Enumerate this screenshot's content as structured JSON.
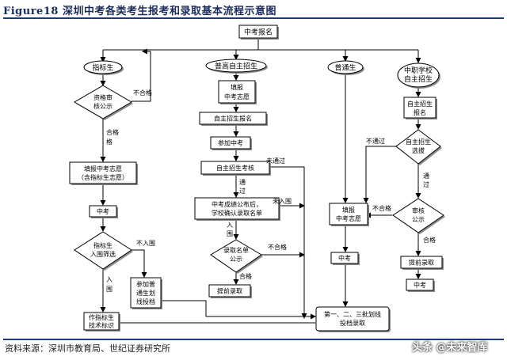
{
  "figure": {
    "title": "Figure18 深圳中考各类考生报考和录取基本流程示意图",
    "source": "资料来源：深圳市教育局、世纪证券研究所",
    "watermark": "头条 @未来智库"
  },
  "nodes": {
    "start": "中考报名",
    "zhibiao": "指标生",
    "putong_zizhao": "普高自主招生",
    "putong": "普通生",
    "zhongzhi_1": "中职学校",
    "zhongzhi_2": "自主招生",
    "zige_1": "资格审",
    "zige_2": "核公示",
    "tianbao_zk_1": "填报",
    "tianbao_zk_2": "中考志愿",
    "zizhu_bm": "自主招生报名",
    "canjia_zk": "参加中考",
    "tianbao_zbs_1": "填报中考志愿",
    "tianbao_zbs_2": "（含指标生志愿）",
    "zk_left": "中考",
    "zizhu_kh": "自主招生考核",
    "zk_chengji_1": "中考成绩公布后，",
    "zk_chengji_2": "学校确认录取名单",
    "zbs_rw_1": "指标生",
    "zbs_rw_2": "入围筛选",
    "luqu_gs_1": "录取名单",
    "luqu_gs_2": "公示",
    "canjia_pt_1": "参加普",
    "canjia_pt_2": "通生划",
    "canjia_pt_3": "线投档",
    "tiqian_mid": "提前录取",
    "zuo_zbs_1": "作指标生",
    "zuo_zbs_2": "技术标识",
    "tianbao_put_1": "填报",
    "tianbao_put_2": "中考志愿",
    "zk_put": "中考",
    "zhongzhi_bm_1": "自主招生",
    "zhongzhi_bm_2": "报名",
    "zhongzhi_xb_1": "自主招生",
    "zhongzhi_xb_2": "选拔",
    "shenhe_1": "审核",
    "shenhe_2": "公示",
    "tiqian_right": "提前录取",
    "zk_right": "中考",
    "final_1": "第一、二、三批划线",
    "final_2": "投档录取"
  },
  "edge_labels": {
    "bu_hege": "不合格",
    "hege": "合格",
    "hege_ge": "格",
    "he": "合",
    "bu_ruwei": "不入围",
    "ruwei_ru": "入",
    "ruwei_wei": "围",
    "tongguo_tong": "通",
    "tongguo_guo": "过",
    "wei_tongguo": "未通过",
    "wei_ruwei": "未入围",
    "bu_hege_2": "不合格",
    "hege_2": "合格",
    "bu_tongguo": "不通过",
    "tongguo_r_tong": "通",
    "tongguo_r_guo": "过",
    "bu_hege_3": "不合格",
    "hege_3": "合格"
  }
}
